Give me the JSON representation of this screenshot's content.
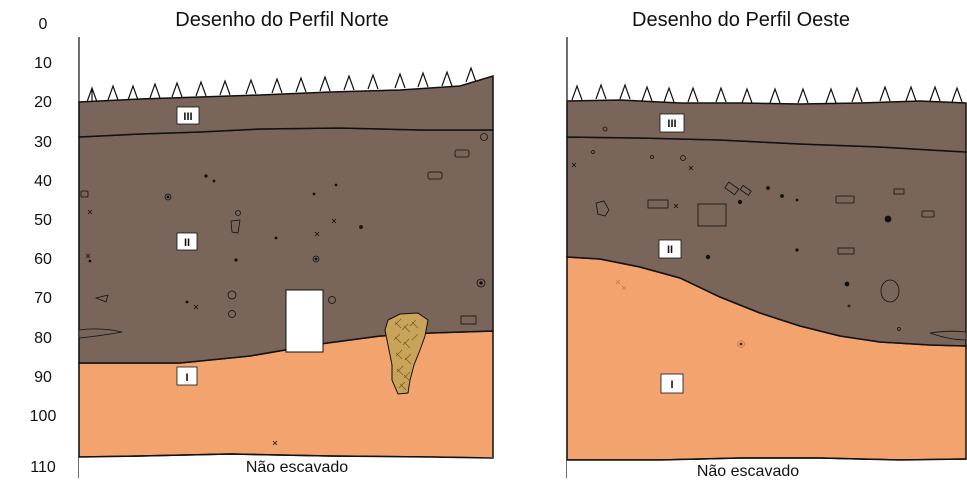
{
  "depth_scale": [
    "0",
    "10",
    "20",
    "30",
    "40",
    "50",
    "60",
    "70",
    "80",
    "90",
    "100",
    "110"
  ],
  "profiles": {
    "north": {
      "title": "Desenho do Perfil Norte",
      "layers": [
        "III",
        "II",
        "I"
      ],
      "unexcavated": "Não escavado"
    },
    "west": {
      "title": "Desenho do Perfil Oeste",
      "layers": [
        "III",
        "II",
        "I"
      ],
      "unexcavated": "Não escavado"
    }
  },
  "colors": {
    "layer_iii": "#7a655b",
    "layer_ii": "#7a655b",
    "layer_i": "#f3a36e",
    "feature": "#c9a35a",
    "line": "#111111"
  }
}
